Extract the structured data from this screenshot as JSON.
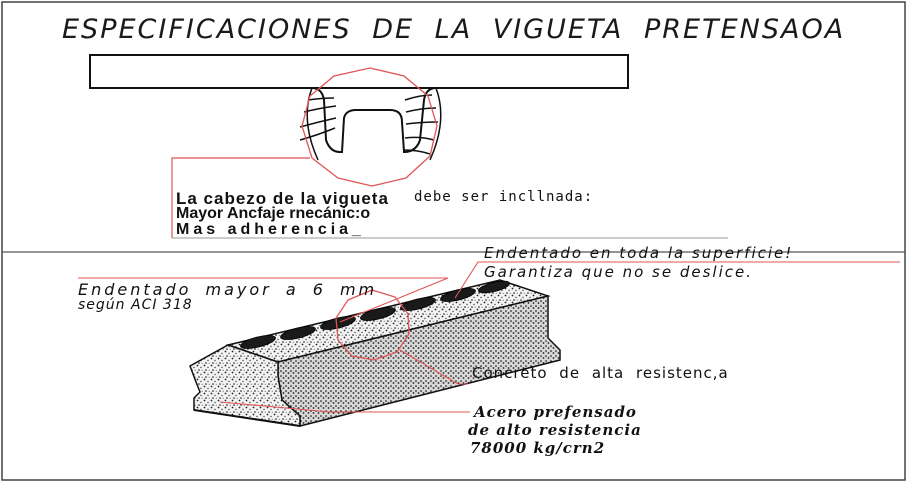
{
  "title": "ESPECIFICACIONES DE LA VIGUETA PRETENSAOA",
  "head_section": {
    "line1_bold": "La cabezo de la vigueta",
    "line1_rest": "debe ser incllnada:",
    "line2": "Mayor Ancfaje rnecánic:o",
    "line3": "Mas adherencia_"
  },
  "notes": {
    "indent_full_1": "Endentado en toda la superficie!",
    "indent_full_2": "Garantiza que no se deslice.",
    "indent_depth_1": "Endentado mayor a 6 mm",
    "indent_depth_2": "según ACI 318",
    "concrete": "Concreto de alta resistenc,a",
    "steel_1": "Acero prefensado",
    "steel_2": "de alto resistencia",
    "steel_3": "78000 kg/crn2"
  },
  "colors": {
    "ink": "#111111",
    "callout_red": "#e05555",
    "frame": "#333333"
  }
}
